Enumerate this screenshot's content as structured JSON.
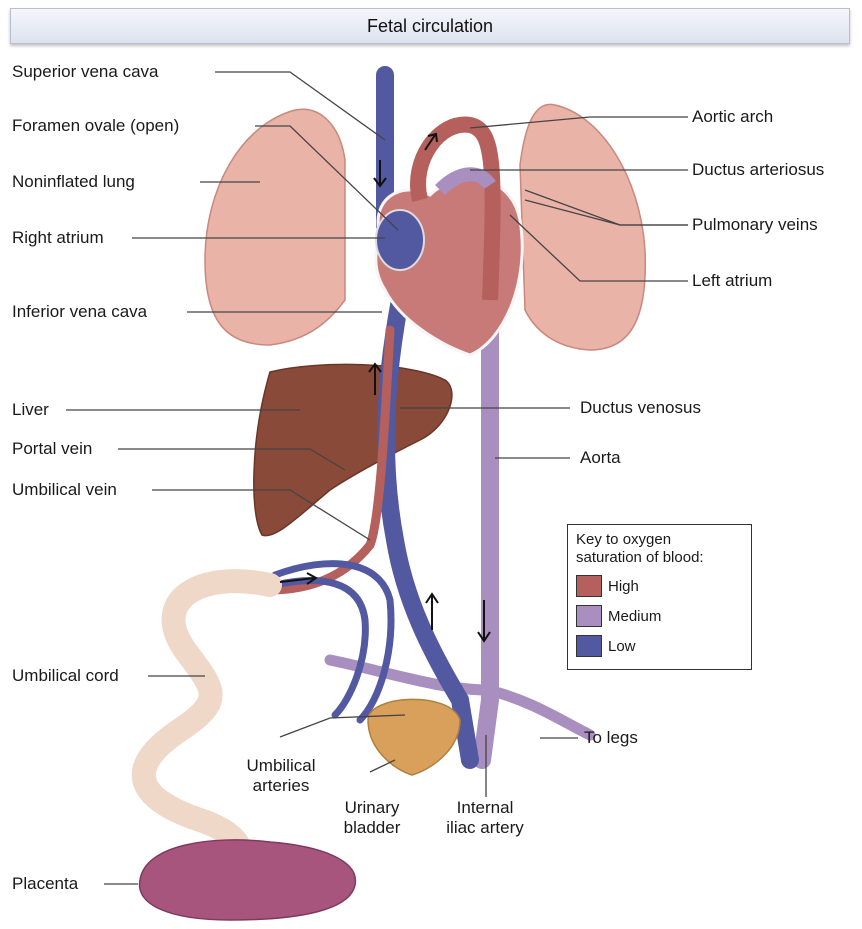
{
  "title": "Fetal circulation",
  "labels": {
    "superior_vena_cava": "Superior vena cava",
    "foramen_ovale": "Foramen ovale (open)",
    "noninflated_lung": "Noninflated lung",
    "right_atrium": "Right atrium",
    "inferior_vena_cava": "Inferior vena cava",
    "liver": "Liver",
    "portal_vein": "Portal vein",
    "umbilical_vein": "Umbilical vein",
    "umbilical_cord": "Umbilical cord",
    "placenta": "Placenta",
    "aortic_arch": "Aortic arch",
    "ductus_arteriosus": "Ductus arteriosus",
    "pulmonary_veins": "Pulmonary veins",
    "left_atrium": "Left atrium",
    "ductus_venosus": "Ductus venosus",
    "aorta": "Aorta",
    "to_legs": "To legs",
    "umbilical_arteries_1": "Umbilical",
    "umbilical_arteries_2": "arteries",
    "urinary_bladder_1": "Urinary",
    "urinary_bladder_2": "bladder",
    "internal_iliac_1": "Internal",
    "internal_iliac_2": "iliac artery"
  },
  "key": {
    "title_line1": "Key to oxygen",
    "title_line2": "saturation of blood:",
    "items": [
      {
        "label": "High",
        "color": "#b5605c"
      },
      {
        "label": "Medium",
        "color": "#a98fc0"
      },
      {
        "label": "Low",
        "color": "#5259a0"
      }
    ]
  },
  "colors": {
    "high": "#b5605c",
    "medium": "#a98fc0",
    "low": "#5259a0",
    "lung": "#eab3a8",
    "liver": "#8a4a3a",
    "bladder": "#d9a05c",
    "placenta": "#a8557e",
    "cord": "#efd8c8"
  }
}
